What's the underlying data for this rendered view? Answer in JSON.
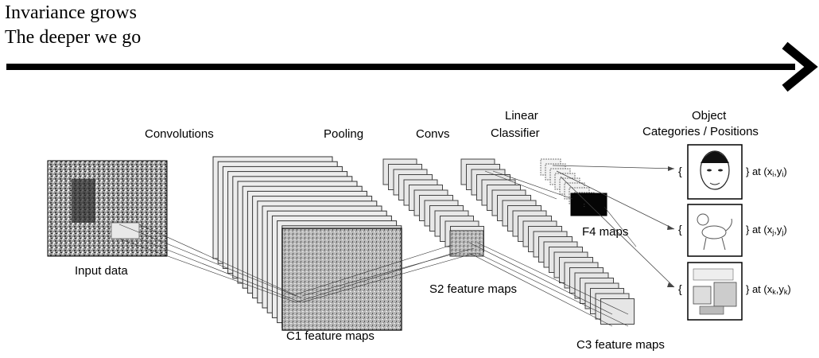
{
  "headline": {
    "line1": "Invariance grows",
    "line2": "The deeper we go"
  },
  "labels": {
    "convolutions": "Convolutions",
    "pooling": "Pooling",
    "convs": "Convs",
    "linear_line1": "Linear",
    "linear_line2": "Classifier",
    "object_line1": "Object",
    "object_line2": "Categories / Positions",
    "input_data": "Input data",
    "c1": "C1 feature maps",
    "s2": "S2 feature maps",
    "f4": "F4 maps",
    "c3": "C3 feature maps"
  },
  "outputs": [
    {
      "brace": "{",
      "text_before": "} at (x",
      "sub1": "i",
      "comma": ",y",
      "sub2": "i",
      "close": ")"
    },
    {
      "brace": "{",
      "text_before": "} at (x",
      "sub1": "j",
      "comma": ",y",
      "sub2": "j",
      "close": ")"
    },
    {
      "brace": "{",
      "text_before": "} at (x",
      "sub1": "k",
      "comma": ",y",
      "sub2": "k",
      "close": ")"
    }
  ],
  "icons": [
    "arrow-right-icon",
    "face-sketch-icon",
    "dog-sketch-icon",
    "room-sketch-icon"
  ],
  "colors": {
    "ink": "#000000",
    "map_fill": "#e6e6e6",
    "map_stroke": "#555555"
  }
}
